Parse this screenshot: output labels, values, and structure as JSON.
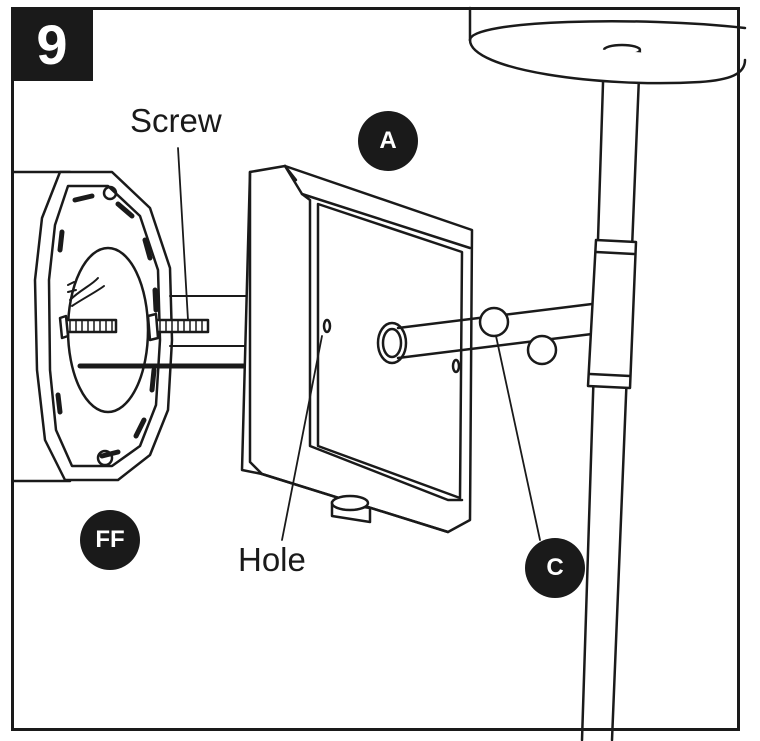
{
  "step": {
    "number": "9"
  },
  "labels": {
    "screw": "Screw",
    "hole": "Hole"
  },
  "badges": {
    "a": "A",
    "c": "C",
    "ff": "FF"
  },
  "colors": {
    "ink": "#1a1a1a",
    "paper": "#ffffff",
    "shade": "#e8e8e8"
  }
}
